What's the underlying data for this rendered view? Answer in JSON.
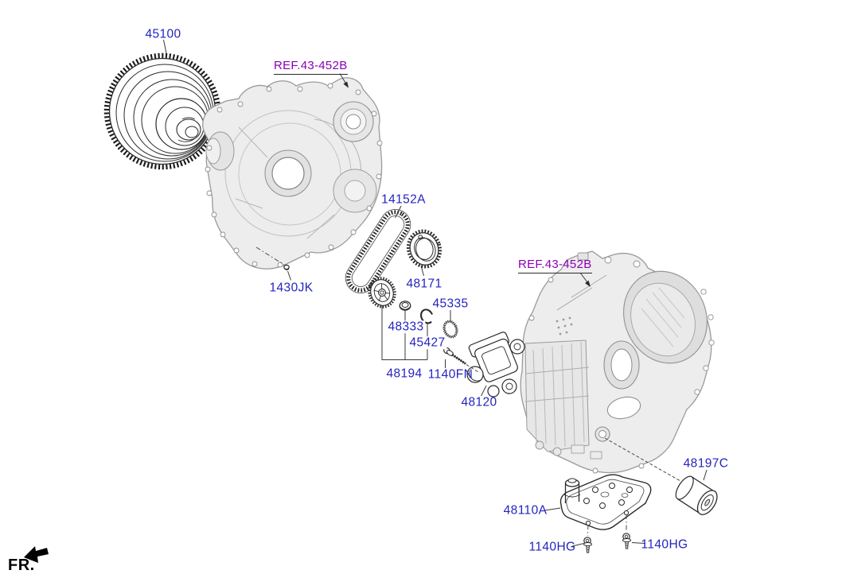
{
  "colors": {
    "background": "#ffffff",
    "part_number": "#2424c0",
    "reference_link": "#8B00B6",
    "line_art": "#2a2a2a",
    "case_gray": "#ededed"
  },
  "callouts": {
    "torque_converter": "45100",
    "ref_case_left": "REF.43-452B",
    "ref_case_right": "REF.43-452B",
    "plug": "1430JK",
    "chain": "14152A",
    "driven_sprocket": "48171",
    "retainer": "48333",
    "snap_ring": "45427",
    "seal_ring": "45335",
    "gear_set": "48194",
    "pump_bolt": "1140FN",
    "oil_pump": "48120",
    "filter_cartridge": "48197C",
    "valve_body_filter": "48110A",
    "pan_bolt_left": "1140HG",
    "pan_bolt_right": "1140HG"
  },
  "direction_indicator": {
    "label": "FR."
  }
}
